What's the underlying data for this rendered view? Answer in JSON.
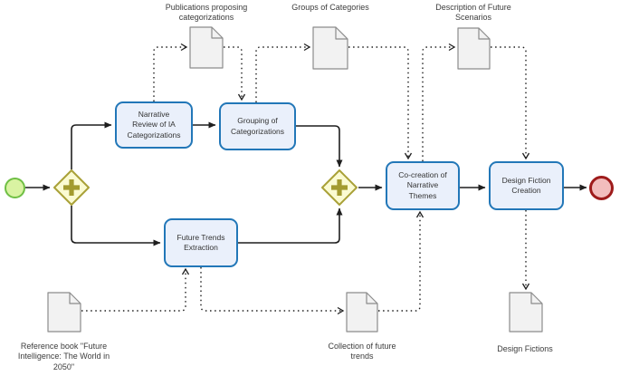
{
  "process": {
    "tasks": [
      {
        "label": "Narrative Review of IA Categorizations"
      },
      {
        "label": "Grouping of Categorizations"
      },
      {
        "label": "Future Trends Extraction"
      },
      {
        "label": "Co-creation of Narrative Themes"
      },
      {
        "label": "Design Fiction Creation"
      }
    ],
    "documents": [
      {
        "label": "Publications proposing categorizations"
      },
      {
        "label": "Groups of Categories"
      },
      {
        "label": "Description of Future Scenarios"
      },
      {
        "label": "Reference book \"Future Intelligence: The World in 2050\""
      },
      {
        "label": "Collection of future trends"
      },
      {
        "label": "Design Fictions"
      }
    ],
    "events": [
      {
        "name": "start"
      },
      {
        "name": "end"
      }
    ],
    "gateways": [
      {
        "name": "parallel-split"
      },
      {
        "name": "parallel-join"
      }
    ],
    "colors": {
      "task_fill": "#EAF0FB",
      "task_border": "#2277B8",
      "gateway_fill": "#FBFBD2",
      "gateway_border": "#A9A138",
      "gateway_plus": "#A39B2F",
      "start_fill": "#D9F3A2",
      "start_border": "#6FBF44",
      "end_fill": "#F2BDBD",
      "end_border": "#9E1B1B",
      "doc_fill": "#F2F2F2",
      "doc_border": "#8C8C8C",
      "flow": "#1F1F1F",
      "label_text": "#3C3C3C"
    }
  }
}
